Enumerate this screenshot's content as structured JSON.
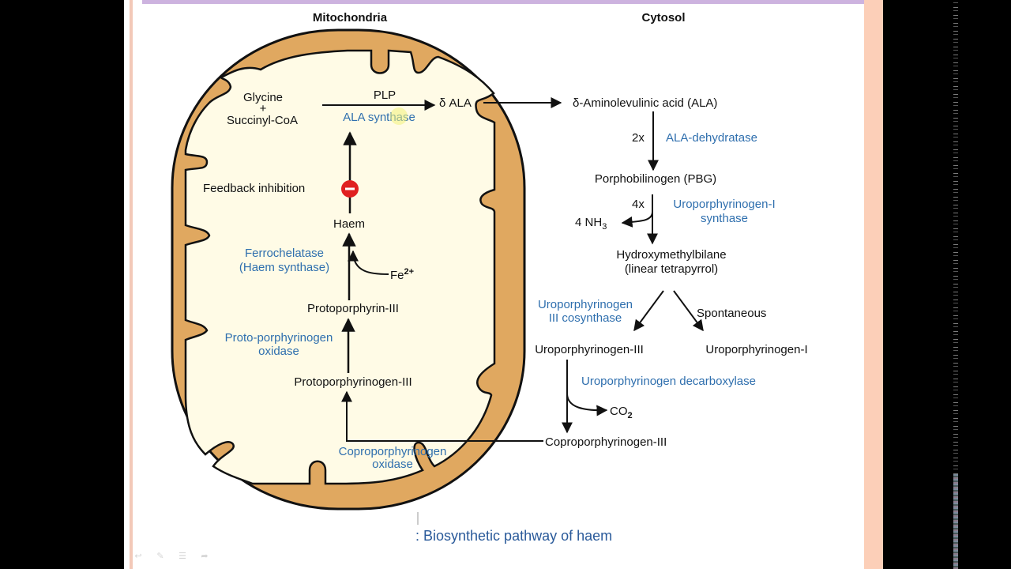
{
  "slide": {
    "headings": {
      "mitochondria": "Mitochondria",
      "cytosol": "Cytosol"
    },
    "caption": ": Biosynthetic pathway of haem",
    "controls": [
      "previous-icon",
      "pen-icon",
      "menu-icon",
      "next-icon"
    ]
  },
  "mitochondria": {
    "glycine": "Glycine",
    "plus": "+",
    "succinyl": "Succinyl-CoA",
    "plp": "PLP",
    "ala_synthase": "ALA synthase",
    "delta_ala": "δ ALA",
    "feedback": "Feedback inhibition",
    "inhibit_symbol": "−",
    "haem": "Haem",
    "ferrochelatase": "Ferrochelatase",
    "haem_synthase": "(Haem synthase)",
    "fe": "Fe",
    "fe_charge": "2+",
    "protoporphyrin": "Protoporphyrin-III",
    "proto_oxidase_1": "Proto-porphyrinogen",
    "proto_oxidase_2": "oxidase",
    "protoporphyrinogen": "Protoporphyrinogen-III",
    "copro_oxidase_1": "Coproporphyrinogen",
    "copro_oxidase_2": "oxidase"
  },
  "cytosol": {
    "ala_full": "δ-Aminolevulinic acid (ALA)",
    "two_x": "2x",
    "ala_dehydratase": "ALA-dehydratase",
    "pbg": "Porphobilinogen (PBG)",
    "four_x": "4x",
    "nh3": "4 NH",
    "nh3_sub": "3",
    "uro1_synthase_1": "Uroporphyrinogen-I",
    "uro1_synthase_2": "synthase",
    "hmb": "Hydroxymethylbilane",
    "hmb_sub": "(linear tetrapyrrol)",
    "cosynthase_1": "Uroporphyrinogen",
    "cosynthase_2": "III cosynthase",
    "spontaneous": "Spontaneous",
    "uro3": "Uroporphyrinogen-III",
    "uro1": "Uroporphyrinogen-I",
    "decarboxylase": "Uroporphyrinogen decarboxylase",
    "co2": "CO",
    "co2_sub": "2",
    "copro3": "Coproporphyrinogen-III"
  },
  "colors": {
    "enzyme": "#2f6fae",
    "membrane": "#e0a860",
    "matrix": "#fffbe6",
    "inhibit": "#e02020"
  }
}
